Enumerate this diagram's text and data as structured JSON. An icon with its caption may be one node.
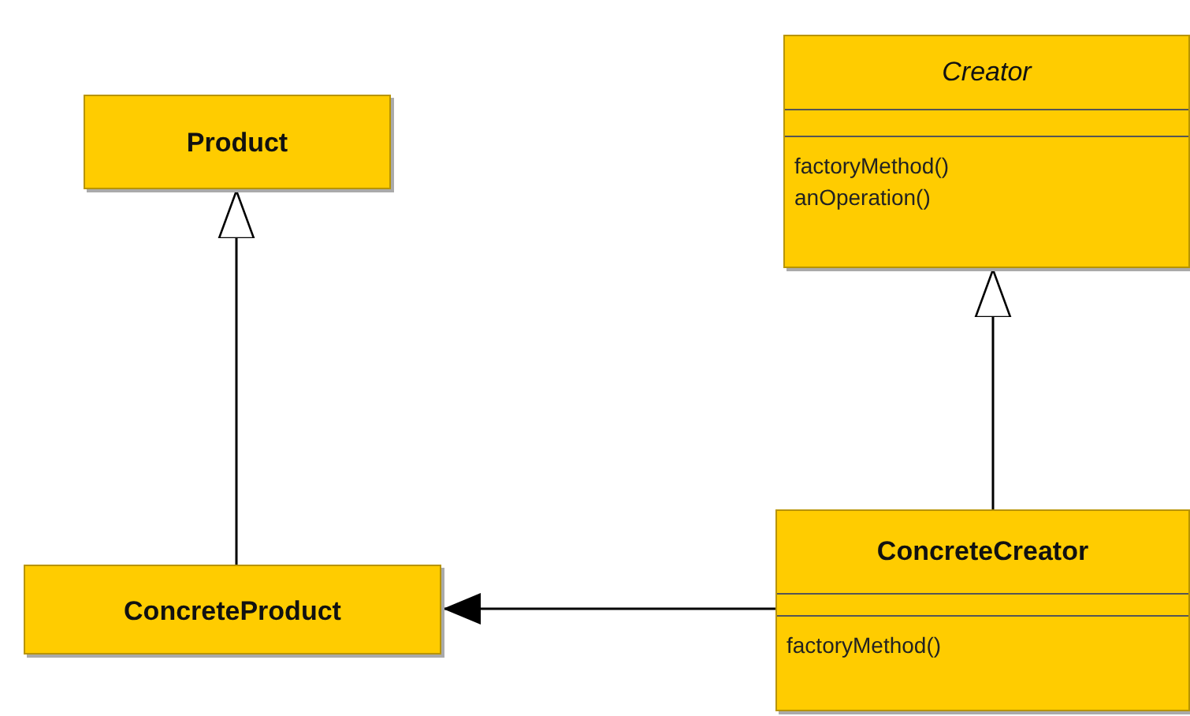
{
  "diagram": {
    "nodes": [
      {
        "text": [
          "Product"
        ]
      },
      {
        "text": [
          "Creator",
          "factoryMethod()",
          "anOperation()"
        ]
      },
      {
        "text": [
          "ConcreteProduct"
        ]
      },
      {
        "text": [
          "ConcreteCreator",
          "factoryMethod()"
        ]
      }
    ],
    "edges": [
      {
        "from": 2,
        "to": 0,
        "arrow": "to"
      },
      {
        "from": 3,
        "to": 1,
        "arrow": "to"
      },
      {
        "from": 3,
        "to": 2,
        "arrow": "to"
      }
    ]
  }
}
